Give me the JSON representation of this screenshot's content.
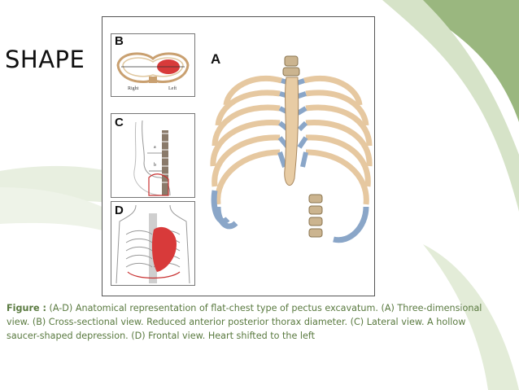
{
  "slide": {
    "title": "SHAPE"
  },
  "figure": {
    "panels": {
      "a": {
        "letter": "A"
      },
      "b": {
        "letter": "B",
        "left_label": "Right",
        "right_label": "Left"
      },
      "c": {
        "letter": "C",
        "label_a": "a",
        "label_b": "b"
      },
      "d": {
        "letter": "D"
      }
    }
  },
  "caption": {
    "label": "Figure :",
    "text": " (A-D) Anatomical representation of flat-chest type of pectus excavatum. (A) Three-dimensional view. (B) Cross-sectional view. Reduced anterior posterior thorax diameter. (C) Lateral view. A hollow saucer-shaped depression. (D) Frontal view. Heart shifted to the left"
  },
  "colors": {
    "bone": "#e6c8a0",
    "cartilage": "#8aa6c8",
    "heart": "#d83a3a",
    "accent_green": "#8fb070"
  }
}
